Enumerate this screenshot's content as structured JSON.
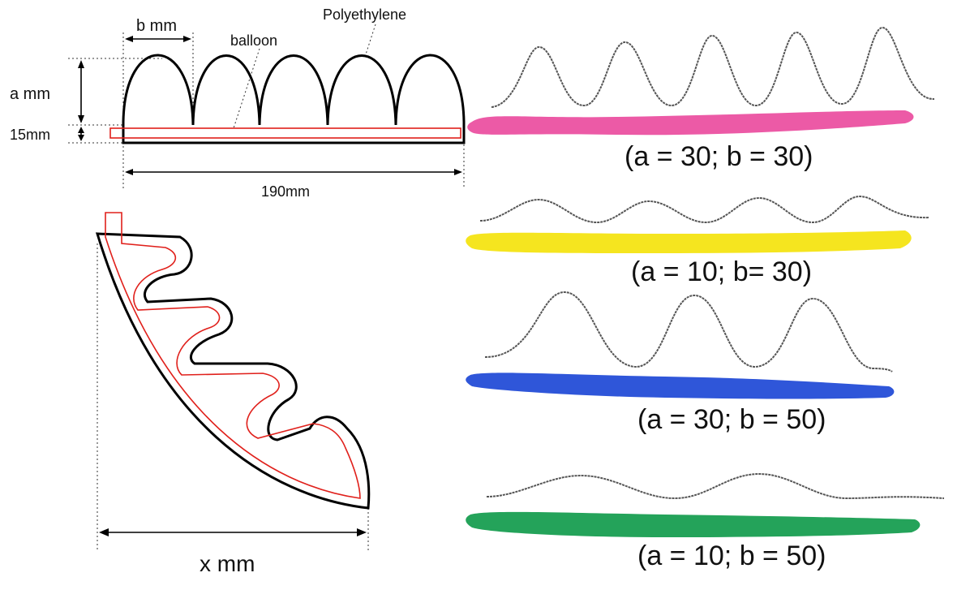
{
  "top_diagram": {
    "b_label": "b mm",
    "balloon_label": "balloon",
    "polyethylene_label": "Polyethylene",
    "a_label": "a mm",
    "height_label": "15mm",
    "width_label": "190mm"
  },
  "bottom_diagram": {
    "x_label": "x mm"
  },
  "samples": [
    {
      "label": "(a = 30; b = 30)",
      "color": "#ec5aa6"
    },
    {
      "label": "(a = 10; b= 30)",
      "color": "#f5e51f"
    },
    {
      "label": "(a = 30; b = 50)",
      "color": "#2f56d9"
    },
    {
      "label": "(a = 10; b = 50)",
      "color": "#24a35a"
    }
  ],
  "colors": {
    "outline": "#000000",
    "balloon_outline": "#e0201b",
    "string": "#555555"
  }
}
